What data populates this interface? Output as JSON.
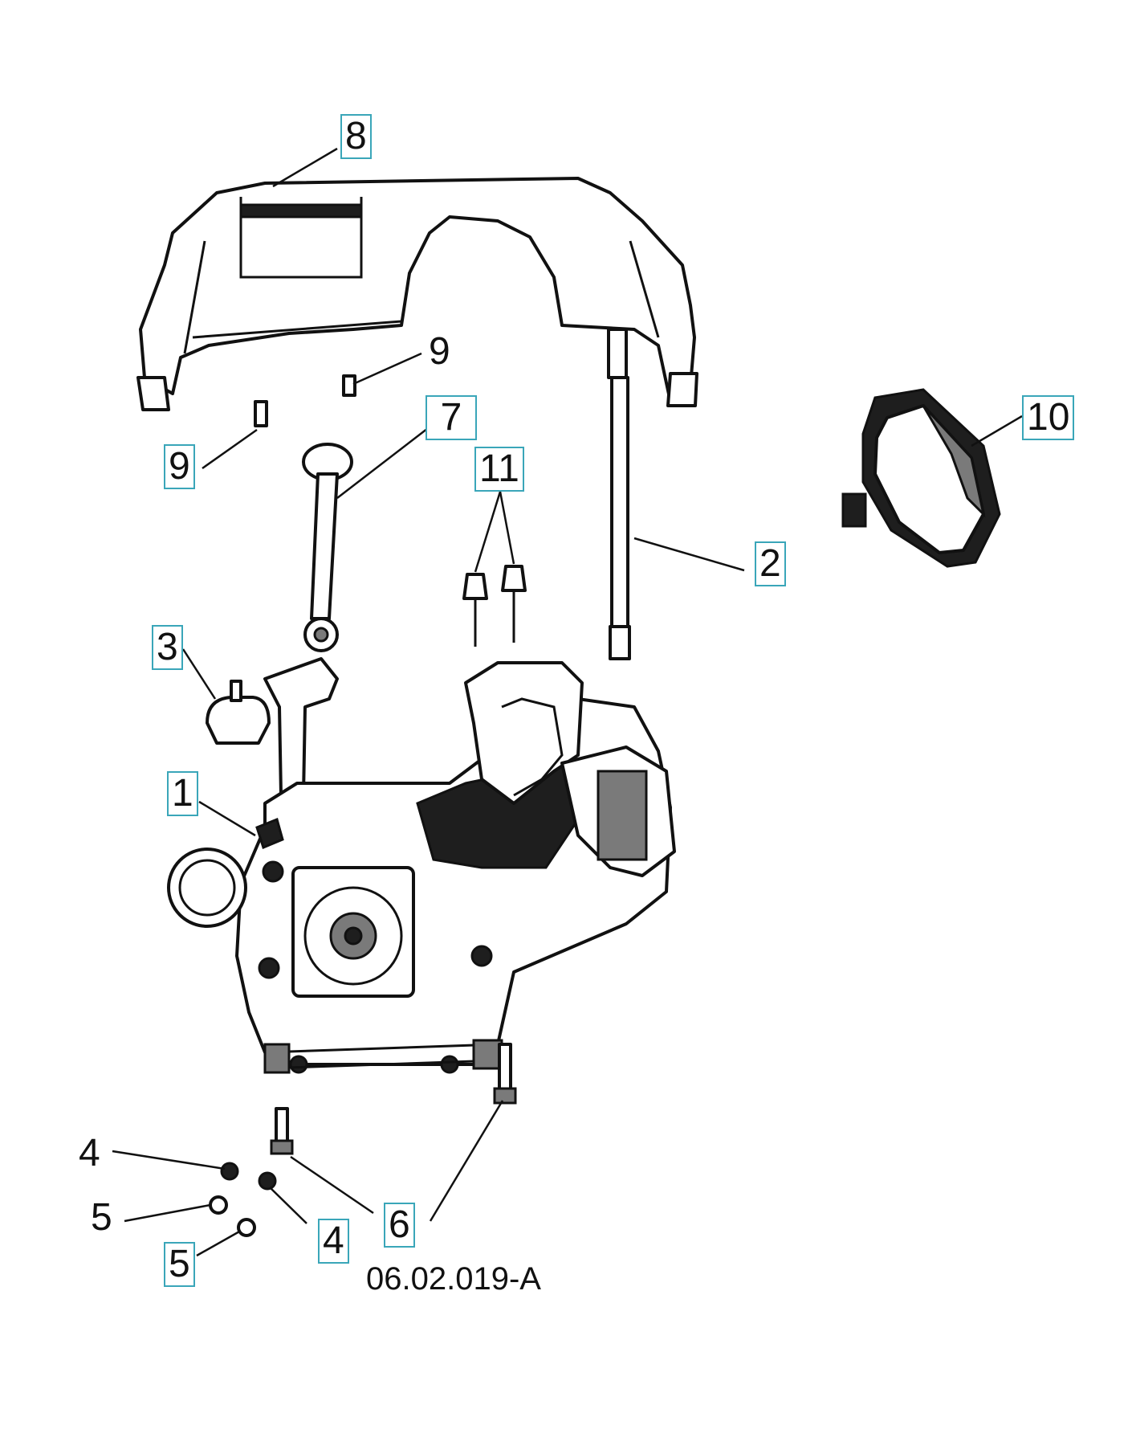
{
  "callouts": [
    {
      "label": "8",
      "boxed": true
    },
    {
      "label": "9",
      "boxed": false
    },
    {
      "label": "9",
      "boxed": true
    },
    {
      "label": "7",
      "boxed": true
    },
    {
      "label": "11",
      "boxed": true
    },
    {
      "label": "2",
      "boxed": true
    },
    {
      "label": "10",
      "boxed": true
    },
    {
      "label": "3",
      "boxed": true
    },
    {
      "label": "1",
      "boxed": true
    },
    {
      "label": "4",
      "boxed": false
    },
    {
      "label": "5",
      "boxed": false
    },
    {
      "label": "5",
      "boxed": true
    },
    {
      "label": "4",
      "boxed": true
    },
    {
      "label": "6",
      "boxed": true
    }
  ],
  "figure_code": "06.02.019-A",
  "colors": {
    "highlight_box": "#3aa6b9",
    "line": "#111111"
  }
}
